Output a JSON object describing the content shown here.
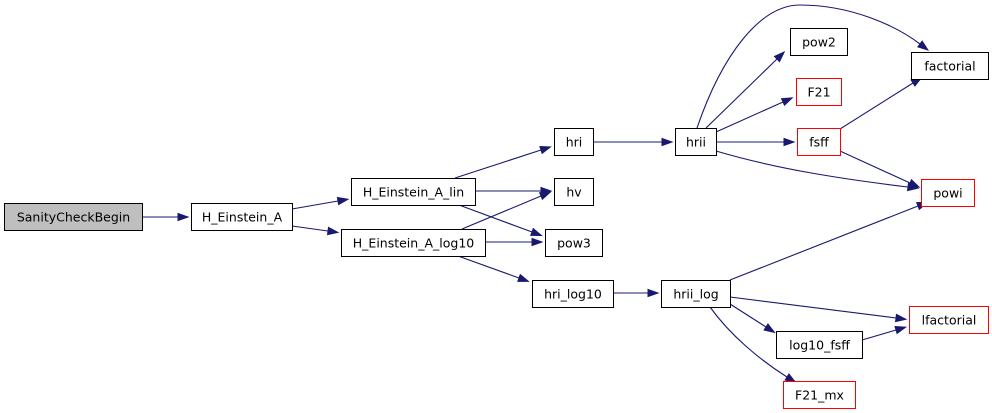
{
  "colors": {
    "edge": "#191970",
    "border_default": "#000000",
    "border_undocumented": "#ff0000",
    "fill_default": "#ffffff",
    "fill_root": "#bfbfbf"
  },
  "nodes": [
    {
      "id": "SanityCheckBegin",
      "label": "SanityCheckBegin",
      "style": "root"
    },
    {
      "id": "H_Einstein_A",
      "label": "H_Einstein_A",
      "style": "default"
    },
    {
      "id": "H_Einstein_A_lin",
      "label": "H_Einstein_A_lin",
      "style": "default"
    },
    {
      "id": "H_Einstein_A_log10",
      "label": "H_Einstein_A_log10",
      "style": "default"
    },
    {
      "id": "hri",
      "label": "hri",
      "style": "default"
    },
    {
      "id": "hv",
      "label": "hv",
      "style": "default"
    },
    {
      "id": "pow3",
      "label": "pow3",
      "style": "default"
    },
    {
      "id": "hri_log10",
      "label": "hri_log10",
      "style": "default"
    },
    {
      "id": "hrii",
      "label": "hrii",
      "style": "default"
    },
    {
      "id": "hrii_log",
      "label": "hrii_log",
      "style": "default"
    },
    {
      "id": "pow2",
      "label": "pow2",
      "style": "default"
    },
    {
      "id": "F21",
      "label": "F21",
      "style": "red"
    },
    {
      "id": "fsff",
      "label": "fsff",
      "style": "red"
    },
    {
      "id": "factorial",
      "label": "factorial",
      "style": "default"
    },
    {
      "id": "powi",
      "label": "powi",
      "style": "red"
    },
    {
      "id": "lfactorial",
      "label": "lfactorial",
      "style": "red"
    },
    {
      "id": "log10_fsff",
      "label": "log10_fsff",
      "style": "default"
    },
    {
      "id": "F21_mx",
      "label": "F21_mx",
      "style": "red"
    }
  ],
  "edges": [
    {
      "from": "SanityCheckBegin",
      "to": "H_Einstein_A"
    },
    {
      "from": "H_Einstein_A",
      "to": "H_Einstein_A_lin"
    },
    {
      "from": "H_Einstein_A",
      "to": "H_Einstein_A_log10"
    },
    {
      "from": "H_Einstein_A_lin",
      "to": "hri"
    },
    {
      "from": "H_Einstein_A_lin",
      "to": "hv"
    },
    {
      "from": "H_Einstein_A_lin",
      "to": "pow3"
    },
    {
      "from": "H_Einstein_A_log10",
      "to": "hv"
    },
    {
      "from": "H_Einstein_A_log10",
      "to": "pow3"
    },
    {
      "from": "H_Einstein_A_log10",
      "to": "hri_log10"
    },
    {
      "from": "hri",
      "to": "hrii"
    },
    {
      "from": "hri_log10",
      "to": "hrii_log"
    },
    {
      "from": "hrii",
      "to": "factorial"
    },
    {
      "from": "hrii",
      "to": "pow2"
    },
    {
      "from": "hrii",
      "to": "F21"
    },
    {
      "from": "hrii",
      "to": "fsff"
    },
    {
      "from": "hrii",
      "to": "powi"
    },
    {
      "from": "fsff",
      "to": "factorial"
    },
    {
      "from": "fsff",
      "to": "powi"
    },
    {
      "from": "hrii_log",
      "to": "powi"
    },
    {
      "from": "hrii_log",
      "to": "lfactorial"
    },
    {
      "from": "hrii_log",
      "to": "log10_fsff"
    },
    {
      "from": "hrii_log",
      "to": "F21_mx"
    },
    {
      "from": "log10_fsff",
      "to": "lfactorial"
    }
  ]
}
